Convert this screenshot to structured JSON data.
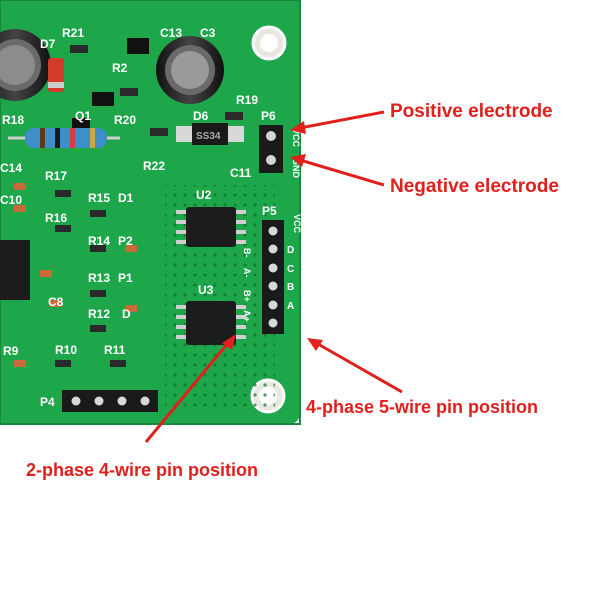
{
  "annotations": {
    "positive": "Positive electrode",
    "negative": "Negative electrode",
    "four_phase": "4-phase 5-wire pin position",
    "two_phase": "2-phase 4-wire pin position"
  },
  "board_labels": {
    "R21": "R21",
    "D7": "D7",
    "C13": "C13",
    "C3": "C3",
    "R2": "R2",
    "R19": "R19",
    "R18": "R18",
    "Q1": "Q1",
    "R20": "R20",
    "D6": "D6",
    "P6": "P6",
    "D6_part": "SS34",
    "C14": "C14",
    "R22": "R22",
    "C11": "C11",
    "R17": "R17",
    "C10": "C10",
    "R15": "R15",
    "D1": "D1",
    "U2": "U2",
    "P5": "P5",
    "R16": "R16",
    "R14": "R14",
    "P2": "P2",
    "R13": "R13",
    "P1": "P1",
    "C8": "C8",
    "R12": "R12",
    "D_pad": "D",
    "U3": "U3",
    "R9": "R9",
    "R10": "R10",
    "R11": "R11",
    "P4": "P4",
    "vcc": "VCC",
    "gnd": "GND",
    "pin_A": "A",
    "pin_B": "B",
    "pin_C": "C",
    "pin_D": "D",
    "pin_Bp": "B+",
    "pin_Bm": "B-",
    "pin_Ap": "A+",
    "pin_Am": "A-"
  },
  "colors": {
    "board": "#1ea64a",
    "board_dark": "#168a3b",
    "annotation": "#e0201c",
    "header": "#1a1a1a"
  }
}
